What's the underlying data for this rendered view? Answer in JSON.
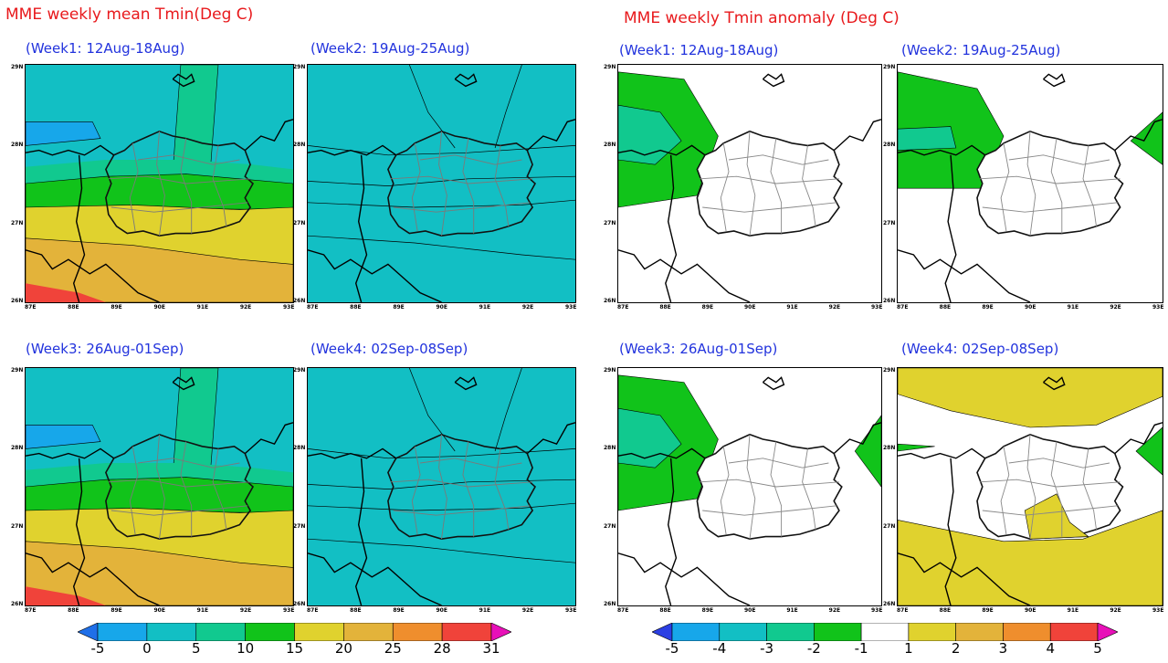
{
  "titles": {
    "mean": "MME weekly mean Tmin(Deg C)",
    "anomaly": "MME weekly Tmin anomaly (Deg C)"
  },
  "weeks": [
    {
      "label": "(Week1: 12Aug-18Aug)"
    },
    {
      "label": "(Week2: 19Aug-25Aug)"
    },
    {
      "label": "(Week3: 26Aug-01Sep)"
    },
    {
      "label": "(Week4: 02Sep-08Sep)"
    }
  ],
  "colorbar_mean": {
    "labels": [
      "-5",
      "0",
      "5",
      "10",
      "15",
      "20",
      "25",
      "28",
      "31"
    ],
    "colors": [
      "#1f6fe8",
      "#17a7ea",
      "#12bfc4",
      "#11c98f",
      "#11c31a",
      "#e0d22e",
      "#e3b33a",
      "#ef8e2d",
      "#f0433a",
      "#e810b8"
    ]
  },
  "colorbar_anomaly": {
    "labels": [
      "-5",
      "-4",
      "-3",
      "-2",
      "-1",
      "1",
      "2",
      "3",
      "4",
      "5"
    ],
    "colors": [
      "#2b3fe3",
      "#17a7ea",
      "#12bfc4",
      "#11c98f",
      "#11c31a",
      "#ffffff",
      "#e0d22e",
      "#e3b33a",
      "#ef8e2d",
      "#f0433a",
      "#e810b8"
    ]
  },
  "colors": {
    "cyan": "#12bfc4",
    "green": "#11c31a",
    "teal": "#11c98f",
    "yellow": "#e0d22e",
    "orange": "#e3b33a",
    "red": "#f0433a",
    "blue": "#17a7ea",
    "title_red": "#e8191c",
    "label_blue": "#2233dd"
  },
  "axes": {
    "y_ticks": [
      "29N",
      "28N",
      "27N",
      "26N"
    ],
    "x_ticks": [
      "87E",
      "88E",
      "89E",
      "90E",
      "91E",
      "92E",
      "93E"
    ]
  }
}
